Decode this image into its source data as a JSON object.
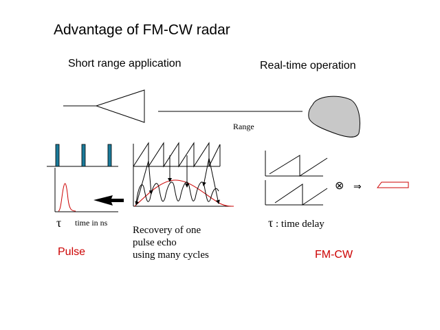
{
  "title": "Advantage of FM-CW radar",
  "short_range_label": "Short range application",
  "realtime_label": "Real-time operation",
  "range_label": "Range",
  "tau_symbol": "τ",
  "time_in_ns": "time in ns",
  "recovery_lines": [
    "Recovery of one",
    "pulse echo",
    "using many cycles"
  ],
  "time_delay_label": ": time delay",
  "pulse_label": "Pulse",
  "fmcw_label": "FM-CW",
  "mixer_symbol": "⊗",
  "implies_symbol": "⇒",
  "colors": {
    "accent_red": "#cc0000",
    "pulse_bar": "#1a7a9a",
    "target_fill": "#c8c8c8"
  }
}
